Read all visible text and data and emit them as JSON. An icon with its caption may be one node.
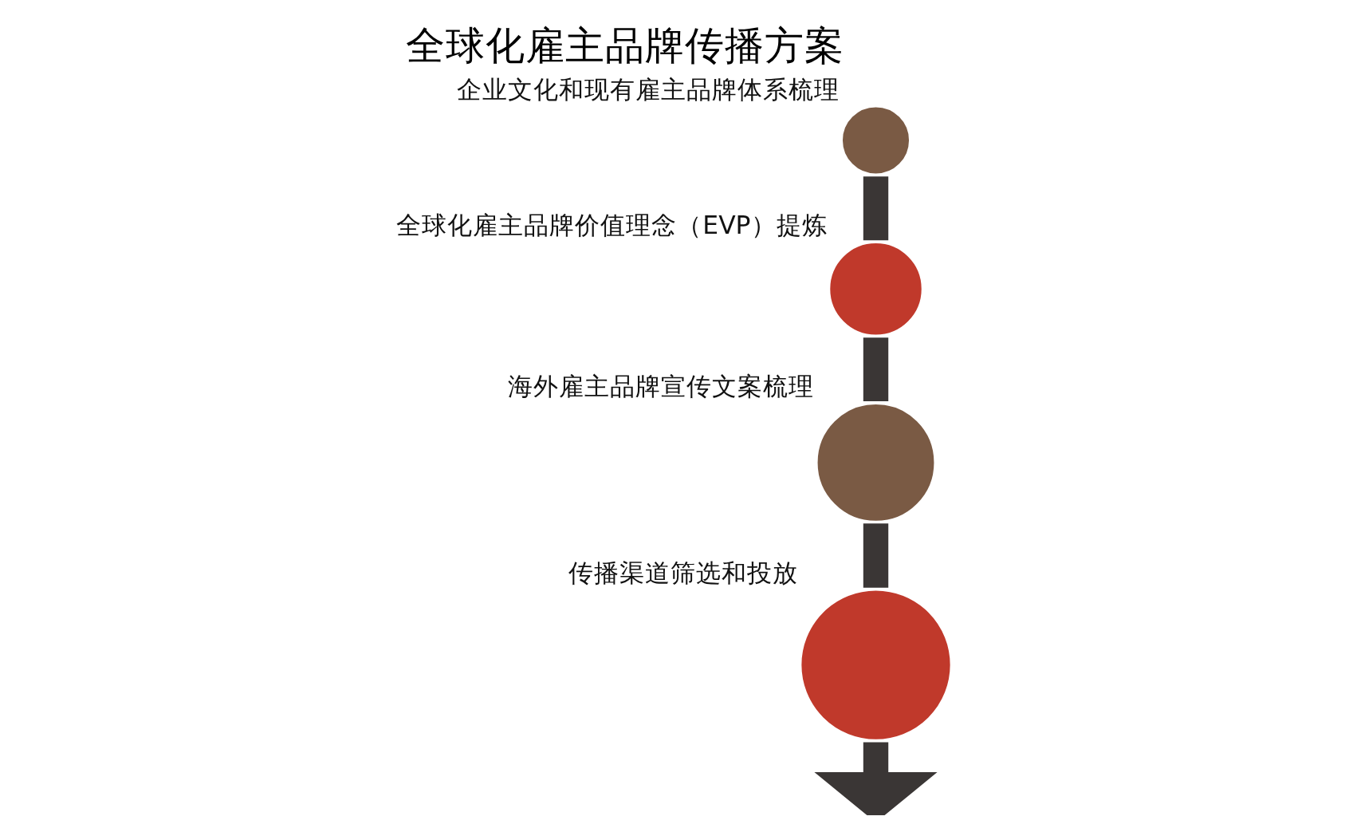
{
  "diagram": {
    "title": "全球化雇主品牌传播方案",
    "nodes": [
      {
        "text": [],
        "shape": "circle",
        "beside": [
          "企业文化和现有雇主品牌体系梳理"
        ]
      },
      {
        "text": [],
        "shape": "circle",
        "beside": [
          "全球化雇主品牌价值理念（EVP）提炼"
        ]
      },
      {
        "text": [],
        "shape": "circle",
        "beside": [
          "海外雇主品牌宣传文案梳理"
        ]
      },
      {
        "text": [],
        "shape": "circle",
        "beside": [
          "传播渠道筛选和投放"
        ]
      }
    ],
    "edges": [
      {
        "from": 0,
        "to": 1,
        "arrow": "none"
      },
      {
        "from": 1,
        "to": 2,
        "arrow": "none"
      },
      {
        "from": 2,
        "to": 3,
        "arrow": "none"
      },
      {
        "from": 3,
        "to": null,
        "arrow": "to"
      }
    ]
  }
}
